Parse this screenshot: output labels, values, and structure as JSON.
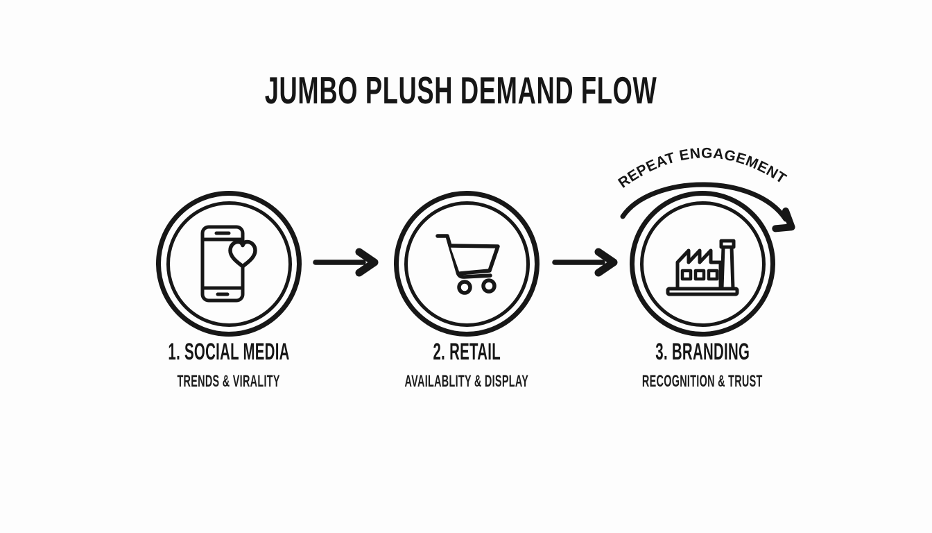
{
  "title": "JUMBO PLUSH DEMAND FLOW",
  "loop_label": "REPEAT ENGAGEMENT",
  "nodes": [
    {
      "label": "1. SOCIAL MEDIA",
      "sublabel": "TRENDS & VIRALITY",
      "icon": "smartphone-heart-icon"
    },
    {
      "label": "2. RETAIL",
      "sublabel": "AVAILABLITY & DISPLAY",
      "icon": "shopping-cart-icon"
    },
    {
      "label": "3. BRANDING",
      "sublabel": "RECOGNITION & TRUST",
      "icon": "factory-icon"
    }
  ],
  "connectors": [
    {
      "name": "arrow-social-to-retail",
      "type": "right-arrow"
    },
    {
      "name": "arrow-retail-to-branding",
      "type": "right-arrow"
    },
    {
      "name": "repeat-engagement-loop",
      "type": "curved-arrow"
    }
  ],
  "colors": {
    "ink": "#171717",
    "background": "#fdfdfd"
  }
}
